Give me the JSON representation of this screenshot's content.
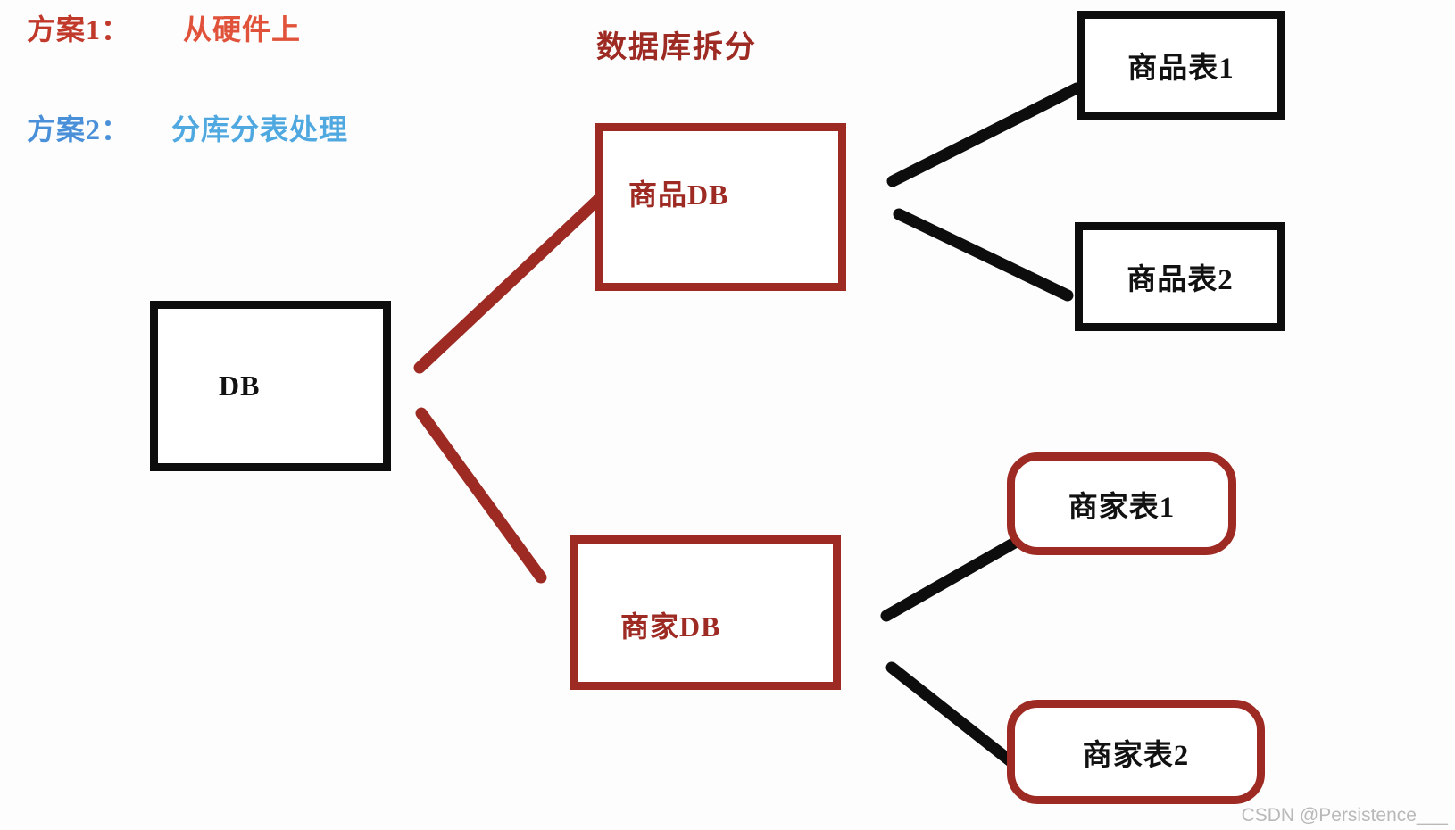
{
  "diagram": {
    "title": "数据库拆分",
    "title_color": "#9E2B23",
    "plans": [
      {
        "key": "方案1：",
        "value": "从硬件上",
        "key_color": "#C0392B",
        "value_color": "#E0533A"
      },
      {
        "key": "方案2：",
        "value": "分库分表处理",
        "key_color": "#4A90D9",
        "value_color": "#4FA8E0"
      }
    ],
    "nodes": [
      {
        "id": "db",
        "label": "DB",
        "shape": "rect",
        "border_color": "#0d0d0d",
        "text_color": "#111111"
      },
      {
        "id": "goods_db",
        "label": "商品DB",
        "shape": "rect",
        "border_color": "#9E2B23",
        "text_color": "#9E2B23"
      },
      {
        "id": "seller_db",
        "label": "商家DB",
        "shape": "rect",
        "border_color": "#9E2B23",
        "text_color": "#9E2B23"
      },
      {
        "id": "goods_t1",
        "label": "商品表1",
        "shape": "rect",
        "border_color": "#0d0d0d",
        "text_color": "#111111"
      },
      {
        "id": "goods_t2",
        "label": "商品表2",
        "shape": "rect",
        "border_color": "#0d0d0d",
        "text_color": "#111111"
      },
      {
        "id": "seller_t1",
        "label": "商家表1",
        "shape": "round-rect",
        "border_color": "#9E2B23",
        "text_color": "#111111"
      },
      {
        "id": "seller_t2",
        "label": "商家表2",
        "shape": "round-rect",
        "border_color": "#9E2B23",
        "text_color": "#111111"
      }
    ],
    "edges": [
      {
        "id": "db-to-goods-db",
        "from": "db",
        "to": "goods_db",
        "color": "#9E2B23"
      },
      {
        "id": "db-to-seller-db",
        "from": "db",
        "to": "seller_db",
        "color": "#9E2B23"
      },
      {
        "id": "goods-db-to-goods-t1",
        "from": "goods_db",
        "to": "goods_t1",
        "color": "#0d0d0d"
      },
      {
        "id": "goods-db-to-goods-t2",
        "from": "goods_db",
        "to": "goods_t2",
        "color": "#0d0d0d"
      },
      {
        "id": "seller-db-to-seller-t1",
        "from": "seller_db",
        "to": "seller_t1",
        "color": "#0d0d0d"
      },
      {
        "id": "seller-db-to-seller-t2",
        "from": "seller_db",
        "to": "seller_t2",
        "color": "#0d0d0d"
      }
    ]
  },
  "watermark": "CSDN @Persistence___"
}
